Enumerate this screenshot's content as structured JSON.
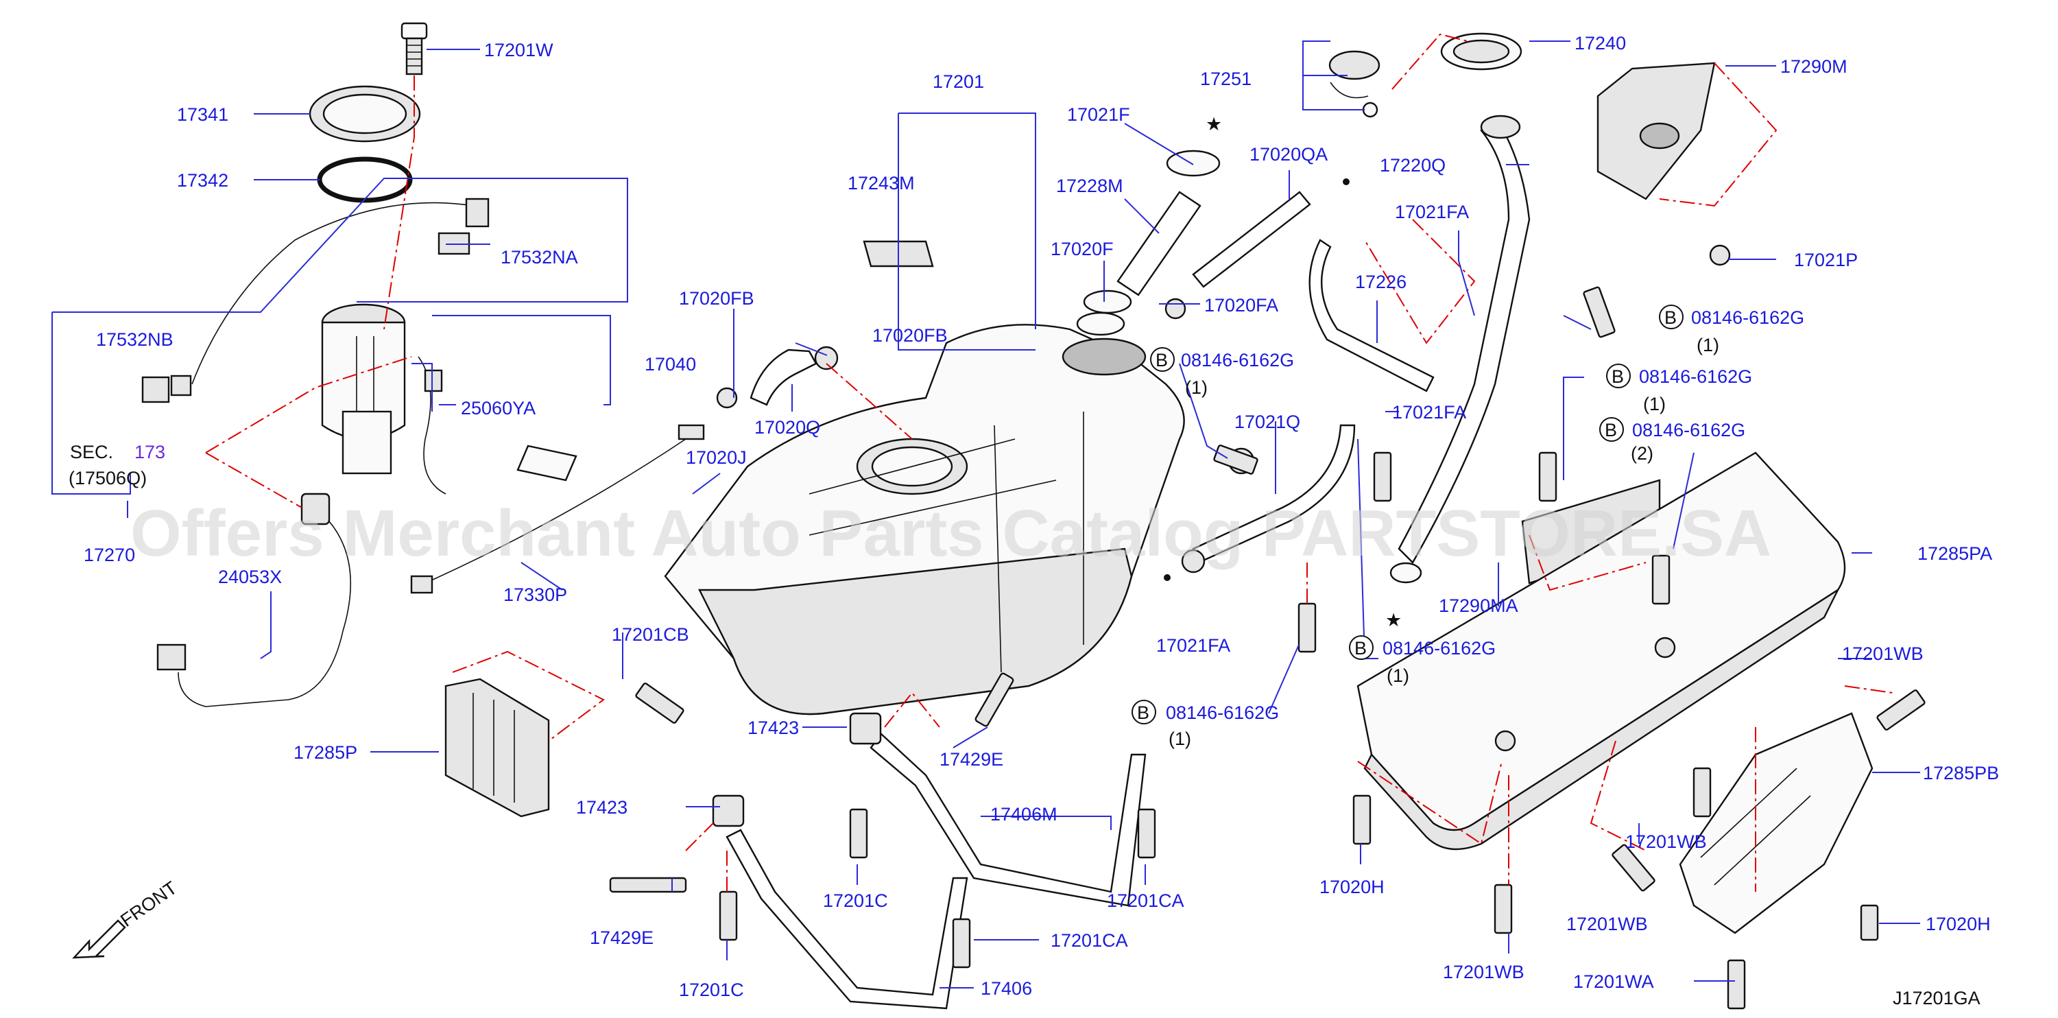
{
  "watermark": "Offers Merchant Auto Parts Catalog PARTSTORE.SA",
  "diagram_code": "J17201GA",
  "front_label": "FRONT",
  "section_ref": {
    "prefix": "SEC.",
    "number": "173",
    "sub": "(17506Q)"
  },
  "callouts": {
    "p17201W": "17201W",
    "p17341": "17341",
    "p17342": "17342",
    "p17532NA": "17532NA",
    "p17532NB": "17532NB",
    "p17040": "17040",
    "p25060YA": "25060YA",
    "p17270": "17270",
    "p24053X": "24053X",
    "p17201": "17201",
    "p17243M": "17243M",
    "p17020FB_a": "17020FB",
    "p17020FB_b": "17020FB",
    "p17020Q": "17020Q",
    "p17020J": "17020J",
    "p17330P": "17330P",
    "p17021F": "17021F",
    "p17228M": "17228M",
    "p17020F": "17020F",
    "p17020FA": "17020FA",
    "p17020QA": "17020QA",
    "p17251": "17251",
    "p17240": "17240",
    "p17290M": "17290M",
    "p17220Q": "17220Q",
    "p17021FA_a": "17021FA",
    "p17226": "17226",
    "p17021FA_b": "17021FA",
    "p17021Q": "17021Q",
    "p17021FA_c": "17021FA",
    "p17021P": "17021P",
    "p17290MA": "17290MA",
    "p17285PA": "17285PA",
    "p17201WB_a": "17201WB",
    "p17201CB": "17201CB",
    "p17285P": "17285P",
    "p17423_a": "17423",
    "p17429E_a": "17429E",
    "p17423_b": "17423",
    "p17429E_b": "17429E",
    "p17201C_a": "17201C",
    "p17201C_b": "17201C",
    "p17406M": "17406M",
    "p17201CA_a": "17201CA",
    "p17201CA_b": "17201CA",
    "p17406": "17406",
    "p17020H_a": "17020H",
    "p17020H_b": "17020H",
    "p17201WB_b": "17201WB",
    "p17201WB_c": "17201WB",
    "p17201WB_d": "17201WB",
    "p17201WA": "17201WA",
    "p17285PB": "17285PB"
  },
  "bolt_refs": {
    "b1": {
      "badge": "B",
      "part": "08146-6162G",
      "qty": "(1)"
    },
    "b2": {
      "badge": "B",
      "part": "08146-6162G",
      "qty": "(1)"
    },
    "b3": {
      "badge": "B",
      "part": "08146-6162G",
      "qty": "(1)"
    },
    "b4": {
      "badge": "B",
      "part": "08146-6162G",
      "qty": "(2)"
    },
    "b5": {
      "badge": "B",
      "part": "08146-6162G",
      "qty": "(1)"
    },
    "b6": {
      "badge": "B",
      "part": "08146-6162G",
      "qty": "(1)"
    }
  },
  "colors": {
    "label": "#1a1adc",
    "leader": "#2a2ad8",
    "dash": "#e00000",
    "line": "#111111",
    "watermark": "#d2d2d2"
  }
}
